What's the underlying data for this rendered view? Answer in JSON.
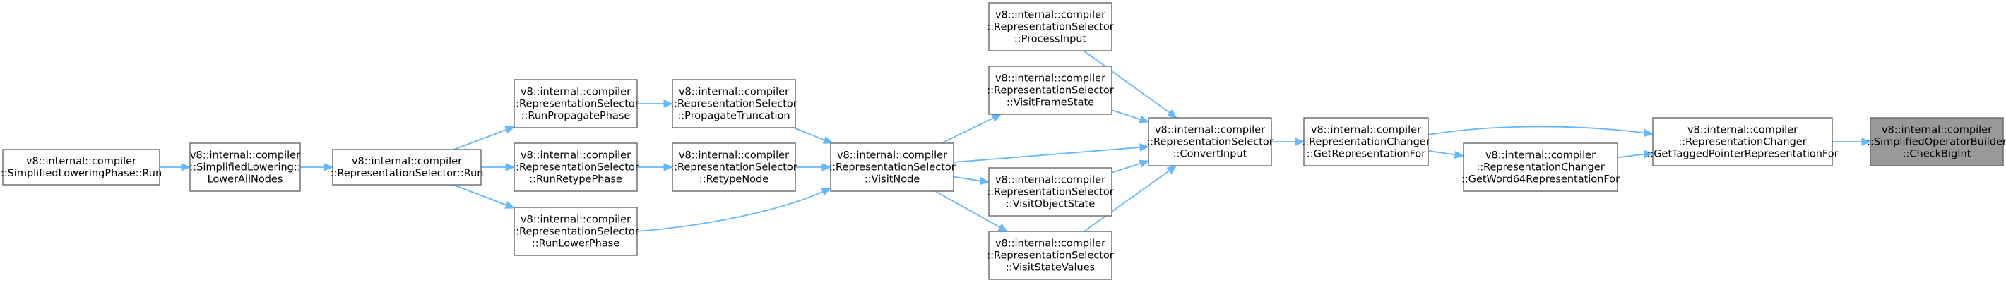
{
  "colors": {
    "edge": "#63b8ff",
    "node_border": "#666666",
    "highlight_fill": "#999999",
    "background": "#ffffff"
  },
  "nodes": [
    {
      "id": "simplified_lowering_phase_run",
      "lines": [
        "v8::internal::compiler",
        "::SimplifiedLoweringPhase::Run"
      ],
      "highlight": false
    },
    {
      "id": "lower_all_nodes",
      "lines": [
        "v8::internal::compiler",
        "::SimplifiedLowering::",
        "LowerAllNodes"
      ],
      "highlight": false
    },
    {
      "id": "representation_selector_run",
      "lines": [
        "v8::internal::compiler",
        "::RepresentationSelector::Run"
      ],
      "highlight": false
    },
    {
      "id": "run_propagate_phase",
      "lines": [
        "v8::internal::compiler",
        "::RepresentationSelector",
        "::RunPropagatePhase"
      ],
      "highlight": false
    },
    {
      "id": "run_retype_phase",
      "lines": [
        "v8::internal::compiler",
        "::RepresentationSelector",
        "::RunRetypePhase"
      ],
      "highlight": false
    },
    {
      "id": "run_lower_phase",
      "lines": [
        "v8::internal::compiler",
        "::RepresentationSelector",
        "::RunLowerPhase"
      ],
      "highlight": false
    },
    {
      "id": "propagate_truncation",
      "lines": [
        "v8::internal::compiler",
        "::RepresentationSelector",
        "::PropagateTruncation"
      ],
      "highlight": false
    },
    {
      "id": "retype_node",
      "lines": [
        "v8::internal::compiler",
        "::RepresentationSelector",
        "::RetypeNode"
      ],
      "highlight": false
    },
    {
      "id": "visit_node",
      "lines": [
        "v8::internal::compiler",
        "::RepresentationSelector",
        "::VisitNode"
      ],
      "highlight": false
    },
    {
      "id": "process_input",
      "lines": [
        "v8::internal::compiler",
        "::RepresentationSelector",
        "::ProcessInput"
      ],
      "highlight": false
    },
    {
      "id": "visit_frame_state",
      "lines": [
        "v8::internal::compiler",
        "::RepresentationSelector",
        "::VisitFrameState"
      ],
      "highlight": false
    },
    {
      "id": "visit_object_state",
      "lines": [
        "v8::internal::compiler",
        "::RepresentationSelector",
        "::VisitObjectState"
      ],
      "highlight": false
    },
    {
      "id": "visit_state_values",
      "lines": [
        "v8::internal::compiler",
        "::RepresentationSelector",
        "::VisitStateValues"
      ],
      "highlight": false
    },
    {
      "id": "convert_input",
      "lines": [
        "v8::internal::compiler",
        "::RepresentationSelector",
        "::ConvertInput"
      ],
      "highlight": false
    },
    {
      "id": "get_representation_for",
      "lines": [
        "v8::internal::compiler",
        "::RepresentationChanger",
        "::GetRepresentationFor"
      ],
      "highlight": false
    },
    {
      "id": "get_word64_representation_for",
      "lines": [
        "v8::internal::compiler",
        "::RepresentationChanger",
        "::GetWord64RepresentationFor"
      ],
      "highlight": false
    },
    {
      "id": "get_tagged_pointer_representation_for",
      "lines": [
        "v8::internal::compiler",
        "::RepresentationChanger",
        "::GetTaggedPointerRepresentationFor"
      ],
      "highlight": false
    },
    {
      "id": "check_big_int",
      "lines": [
        "v8::internal::compiler",
        "::SimplifiedOperatorBuilder",
        "::CheckBigInt"
      ],
      "highlight": true
    }
  ],
  "edges": [
    {
      "from": "simplified_lowering_phase_run",
      "to": "lower_all_nodes"
    },
    {
      "from": "lower_all_nodes",
      "to": "representation_selector_run"
    },
    {
      "from": "representation_selector_run",
      "to": "run_propagate_phase"
    },
    {
      "from": "representation_selector_run",
      "to": "run_retype_phase"
    },
    {
      "from": "representation_selector_run",
      "to": "run_lower_phase"
    },
    {
      "from": "run_propagate_phase",
      "to": "propagate_truncation"
    },
    {
      "from": "run_retype_phase",
      "to": "retype_node"
    },
    {
      "from": "run_lower_phase",
      "to": "visit_node"
    },
    {
      "from": "propagate_truncation",
      "to": "visit_node"
    },
    {
      "from": "retype_node",
      "to": "visit_node"
    },
    {
      "from": "visit_node",
      "to": "visit_frame_state"
    },
    {
      "from": "visit_node",
      "to": "convert_input"
    },
    {
      "from": "visit_node",
      "to": "visit_object_state"
    },
    {
      "from": "visit_node",
      "to": "visit_state_values"
    },
    {
      "from": "process_input",
      "to": "convert_input"
    },
    {
      "from": "visit_frame_state",
      "to": "convert_input"
    },
    {
      "from": "visit_object_state",
      "to": "convert_input"
    },
    {
      "from": "visit_state_values",
      "to": "convert_input"
    },
    {
      "from": "convert_input",
      "to": "get_representation_for"
    },
    {
      "from": "get_representation_for",
      "to": "get_word64_representation_for"
    },
    {
      "from": "get_representation_for",
      "to": "get_tagged_pointer_representation_for"
    },
    {
      "from": "get_word64_representation_for",
      "to": "get_tagged_pointer_representation_for"
    },
    {
      "from": "get_tagged_pointer_representation_for",
      "to": "check_big_int"
    }
  ]
}
